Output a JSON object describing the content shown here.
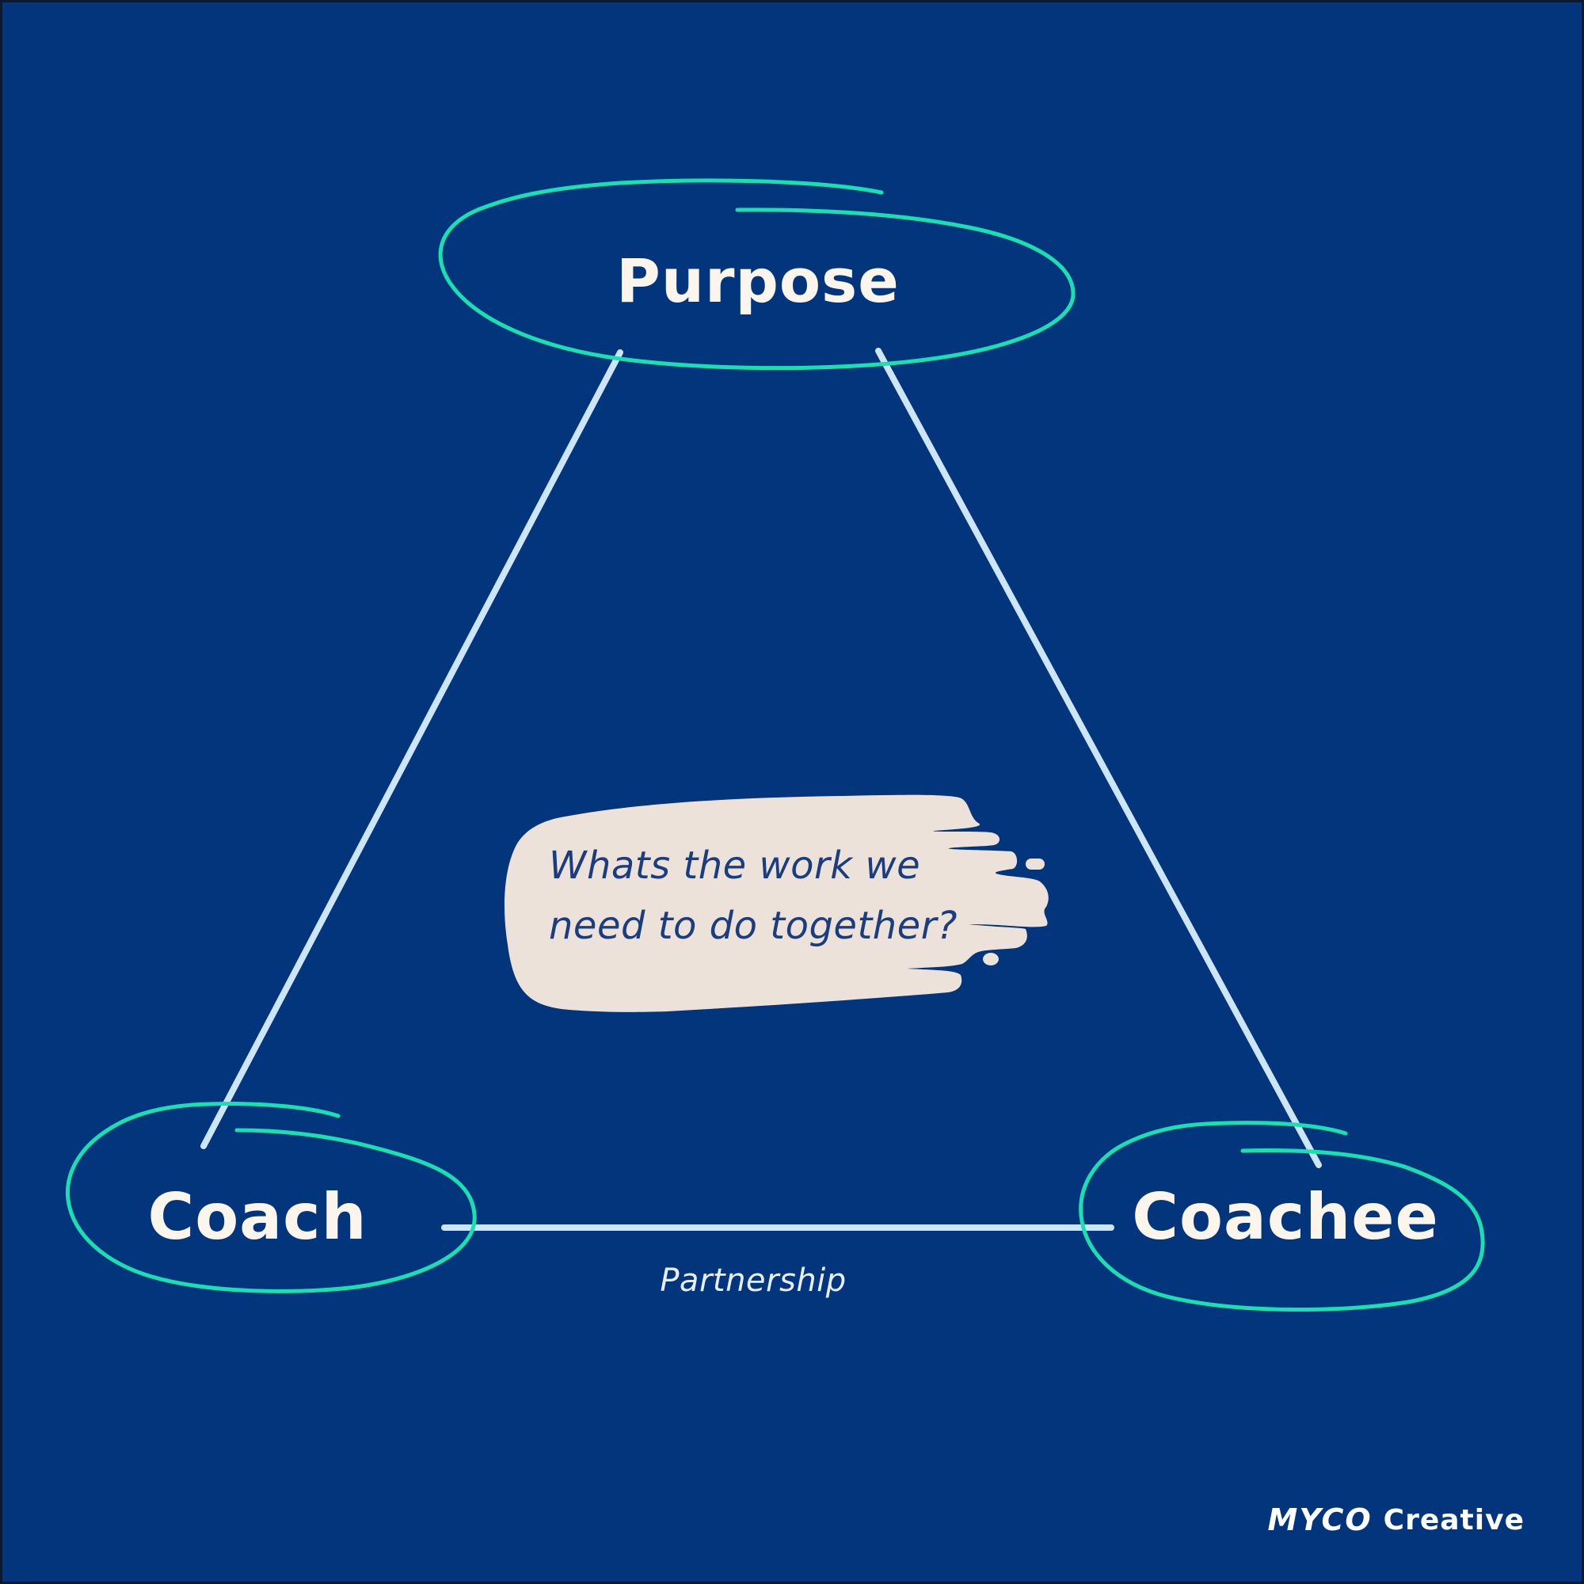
{
  "diagram": {
    "title": "Coaching triangle",
    "nodes": [
      {
        "id": "purpose",
        "label": "Purpose"
      },
      {
        "id": "coach",
        "label": "Coach"
      },
      {
        "id": "coachee",
        "label": "Coachee"
      }
    ],
    "edges": [
      {
        "from": "purpose",
        "to": "coach",
        "label": ""
      },
      {
        "from": "purpose",
        "to": "coachee",
        "label": ""
      },
      {
        "from": "coach",
        "to": "coachee",
        "label": "Partnership"
      }
    ],
    "callout": {
      "lines": [
        "Whats the work we",
        "need to do together?"
      ]
    }
  },
  "brand": {
    "mark": "MYCO",
    "name": "Creative"
  },
  "colors": {
    "background": "#02357c",
    "ellipse_stroke": "#19e0b0",
    "connector": "#cde6f7",
    "label_text": "#fbf5ec",
    "callout_fill": "#ece2da",
    "callout_text": "#1a3d80"
  }
}
